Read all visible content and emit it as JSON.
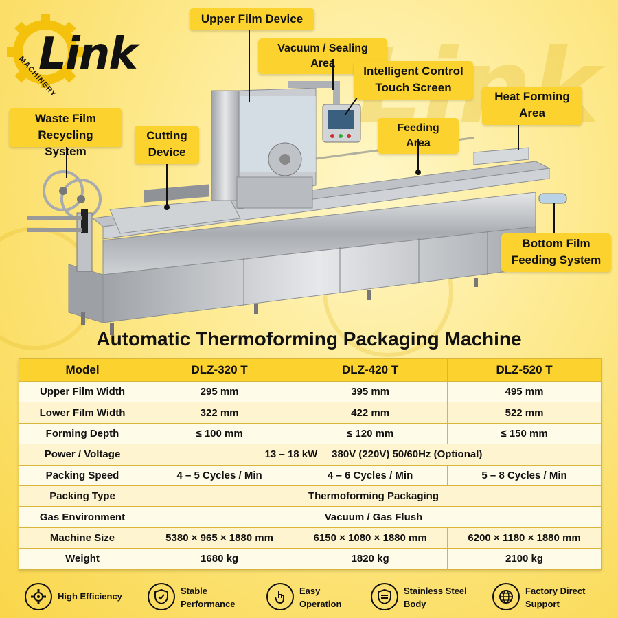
{
  "logo": {
    "brand": "Link",
    "sub": "MACHINERY"
  },
  "callouts": {
    "upper_film": "Upper Film Device",
    "vacuum": "Vacuum / Sealing Area",
    "control": "Intelligent Control\nTouch Screen",
    "waste": "Waste Film\nRecycling System",
    "cutting": "Cutting\nDevice",
    "feeding": "Feeding Area",
    "heat": "Heat Forming\nArea",
    "bottom": "Bottom Film\nFeeding System"
  },
  "title": "Automatic Thermoforming Packaging Machine",
  "table": {
    "header": [
      "Model",
      "DLZ-320 T",
      "DLZ-420 T",
      "DLZ-520 T"
    ],
    "rows": [
      {
        "label": "Upper Film Width",
        "cells": [
          "295 mm",
          "395 mm",
          "495 mm"
        ]
      },
      {
        "label": "Lower Film Width",
        "cells": [
          "322 mm",
          "422 mm",
          "522 mm"
        ]
      },
      {
        "label": "Forming Depth",
        "cells": [
          "≤ 100 mm",
          "≤ 120 mm",
          "≤ 150 mm"
        ]
      },
      {
        "label": "Power / Voltage",
        "span": "13 – 18 kW     380V (220V) 50/60Hz (Optional)"
      },
      {
        "label": "Packing Speed",
        "cells": [
          "4 – 5 Cycles / Min",
          "4 – 6 Cycles / Min",
          "5 – 8 Cycles / Min"
        ]
      },
      {
        "label": "Packing Type",
        "span": "Thermoforming Packaging"
      },
      {
        "label": "Gas Environment",
        "span": "Vacuum / Gas Flush"
      },
      {
        "label": "Machine Size",
        "cells": [
          "5380 × 965 × 1880 mm",
          "6150 × 1080 × 1880 mm",
          "6200 × 1180 × 1880 mm"
        ]
      },
      {
        "label": "Weight",
        "cells": [
          "1680 kg",
          "1820 kg",
          "2100 kg"
        ]
      }
    ]
  },
  "features": [
    {
      "text": "High Efficiency",
      "icon": "gear-icon"
    },
    {
      "text": "Stable\nPerformance",
      "icon": "shield-check-icon"
    },
    {
      "text": "Easy\nOperation",
      "icon": "touch-hand-icon"
    },
    {
      "text": "Stainless Steel\nBody",
      "icon": "shield-layers-icon"
    },
    {
      "text": "Factory Direct\nSupport",
      "icon": "globe-icon"
    }
  ],
  "colors": {
    "accent": "#fbd22e",
    "background": "#fde88a",
    "text": "#111111",
    "steel": "#b9bcc0"
  }
}
